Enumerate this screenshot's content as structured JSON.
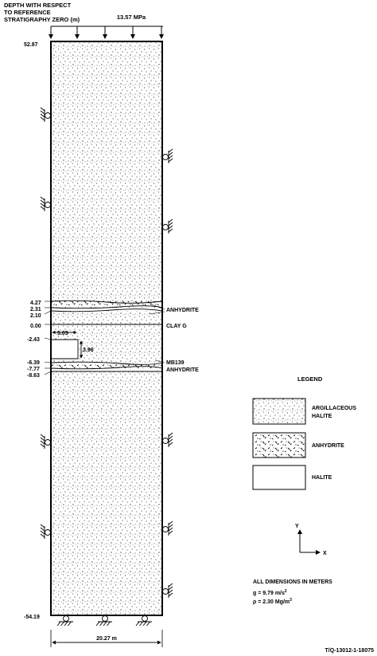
{
  "header": {
    "line1": "DEPTH WITH RESPECT",
    "line2": "TO REFERENCE",
    "line3": "STRATIGRAPHY ZERO (m)"
  },
  "load_label": "13.57 MPa",
  "depths": {
    "top": "52.87",
    "d1": "4.27",
    "d2": "2.31",
    "d3": "2.10",
    "d4": "0.00",
    "d5": "-2.43",
    "d6": "-6.39",
    "d7": "-7.77",
    "d8": "-8.63",
    "bottom": "-54.19"
  },
  "dims": {
    "room_width": "5.03",
    "room_height": "3.96",
    "width": "20.27 m"
  },
  "layer_labels": {
    "anhydrite_upper": "ANHYDRITE",
    "clay_g": "CLAY G",
    "mb139": "MB139",
    "anhydrite_lower": "ANHYDRITE"
  },
  "legend": {
    "title": "LEGEND",
    "items": [
      {
        "line1": "ARGILLACEOUS",
        "line2": "HALITE"
      },
      {
        "line1": "ANHYDRITE",
        "line2": ""
      },
      {
        "line1": "HALITE",
        "line2": ""
      }
    ]
  },
  "axes": {
    "y": "Y",
    "x": "X"
  },
  "notes": {
    "dims": "ALL DIMENSIONS IN METERS",
    "g": "g = 9.79 m/s",
    "g_sup": "2",
    "rho": "ρ = 2.30 Mg/m",
    "rho_sup": "3"
  },
  "figure_id": "T/Q-13012-1-18075"
}
